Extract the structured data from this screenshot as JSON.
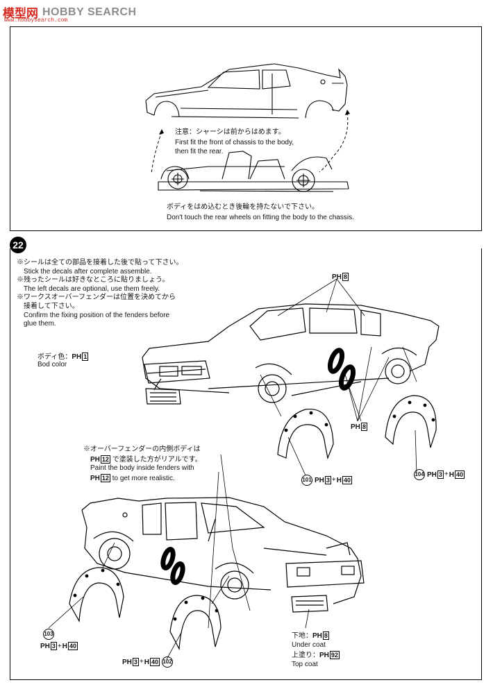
{
  "watermark": {
    "brand_cn": "模型网",
    "brand_en": "HOBBY SEARCH",
    "url": "www.hobbysearch.com"
  },
  "step_number": "22",
  "top_panel": {
    "note_jp": "注意：シャーシは前からはめます。",
    "note_en_1": "First fit the front of chassis to the body,",
    "note_en_2": "then fit the rear.",
    "warning_jp": "ボディをはめ込むとき後輪を持たないで下さい。",
    "warning_en": "Don't touch the rear wheels on fitting the body to the chassis."
  },
  "bottom_panel": {
    "notes": [
      "※シールは全ての部品を接着した後で貼って下さい。",
      "Stick the decals after complete assemble.",
      "※残ったシールは好きなところに貼りましょう。",
      "The left decals are optional, use them freely.",
      "※ワークスオーバーフェンダーは位置を決めてから",
      "接着して下さい。",
      "Confirm the fixing position of the fenders before",
      "glue them."
    ],
    "body_color_jp": "ボディ色：",
    "body_color_code": "PH",
    "body_color_num": "1",
    "body_color_en": "Bod color",
    "paint_code_top": {
      "code": "PH",
      "num": "8"
    },
    "paint_code_side": {
      "code": "PH",
      "num": "8"
    },
    "fender_note_jp_1": "※オーバーフェンダーの内側ボディは",
    "fender_note_jp_2": "で塗装した方がリアルです。",
    "fender_note_en_1": "Paint the body inside fenders with",
    "fender_note_en_2": "to get more realistic.",
    "fender_note_code": "PH",
    "fender_note_num": "12",
    "part_101": {
      "num": "101",
      "c1": "PH",
      "n1": "3",
      "plus": "+",
      "c2": "H",
      "n2": "40"
    },
    "part_104": {
      "num": "104",
      "c1": "PH",
      "n1": "3",
      "plus": "+",
      "c2": "H",
      "n2": "40"
    },
    "part_103": {
      "num": "103",
      "c1": "PH",
      "n1": "3",
      "plus": "+",
      "c2": "H",
      "n2": "40"
    },
    "part_102": {
      "num": "102",
      "c1": "PH",
      "n1": "3",
      "plus": "+",
      "c2": "H",
      "n2": "40"
    },
    "undercoat_jp": "下地：",
    "undercoat_code": "PH",
    "undercoat_num": "8",
    "undercoat_en": "Under coat",
    "topcoat_jp": "上塗り：",
    "topcoat_code": "PH",
    "topcoat_num": "92",
    "topcoat_en": "Top coat"
  }
}
